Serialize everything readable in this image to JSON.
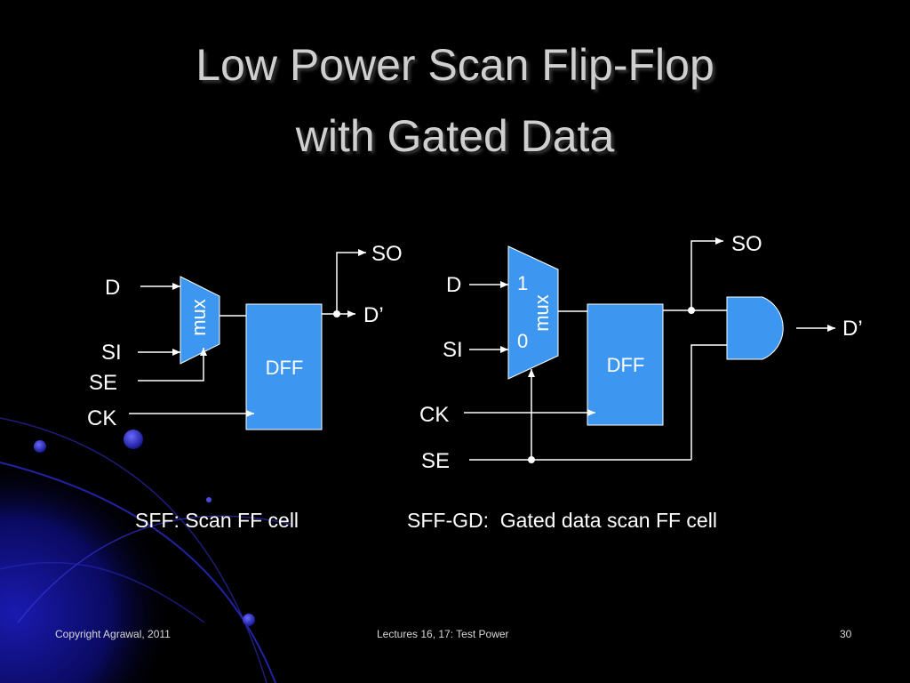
{
  "slide": {
    "title_line1": "Low Power Scan Flip-Flop",
    "title_line2": "with Gated Data",
    "colors": {
      "background": "#000000",
      "block_fill": "#3d97f0",
      "text": "#ffffff",
      "title": "#cfcfcf",
      "accent_blue": "#1818a0"
    }
  },
  "left_circuit": {
    "inputs": {
      "d": "D",
      "si": "SI",
      "se": "SE",
      "ck": "CK"
    },
    "mux_label": "mux",
    "dff_label": "DFF",
    "outputs": {
      "so": "SO",
      "d_out": "D’"
    },
    "caption": "SFF: Scan FF cell"
  },
  "right_circuit": {
    "inputs": {
      "d": "D",
      "si": "SI",
      "ck": "CK",
      "se": "SE"
    },
    "mux_label": "mux",
    "mux_in1": "1",
    "mux_in0": "0",
    "dff_label": "DFF",
    "outputs": {
      "so": "SO",
      "d_out": "D’"
    },
    "caption": "SFF-GD:  Gated data scan FF cell"
  },
  "footer": {
    "copyright": "Copyright Agrawal, 2011",
    "lecture": "Lectures 16, 17: Test Power",
    "page_number": "30"
  }
}
